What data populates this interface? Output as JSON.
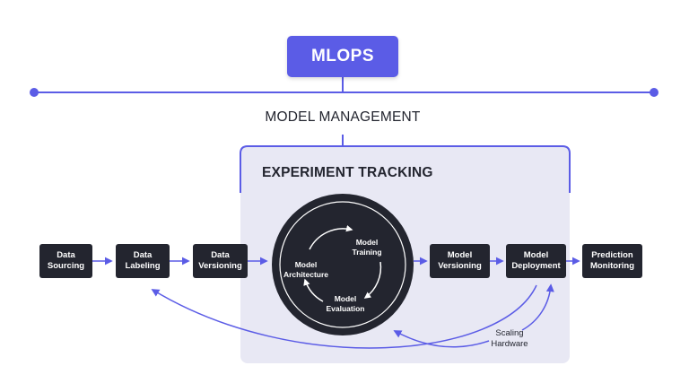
{
  "title": "MLOPS",
  "model_management": "MODEL MANAGEMENT",
  "experiment_tracking": "EXPERIMENT TRACKING",
  "pipeline": {
    "data_sourcing": "Data\nSourcing",
    "data_labeling": "Data\nLabeling",
    "data_versioning": "Data\nVersioning",
    "model_versioning": "Model\nVersioning",
    "model_deployment": "Model\nDeployment",
    "prediction_monitoring": "Prediction\nMonitoring"
  },
  "cycle": {
    "model_training": "Model\nTraining",
    "model_architecture": "Model\nArchitecture",
    "model_evaluation": "Model\nEvaluation"
  },
  "scaling_hardware": "Scaling\nHardware",
  "colors": {
    "accent": "#5b5ce6",
    "dark": "#23252f",
    "panel": "#e8e8f4",
    "arrow": "#5b5ce6"
  }
}
